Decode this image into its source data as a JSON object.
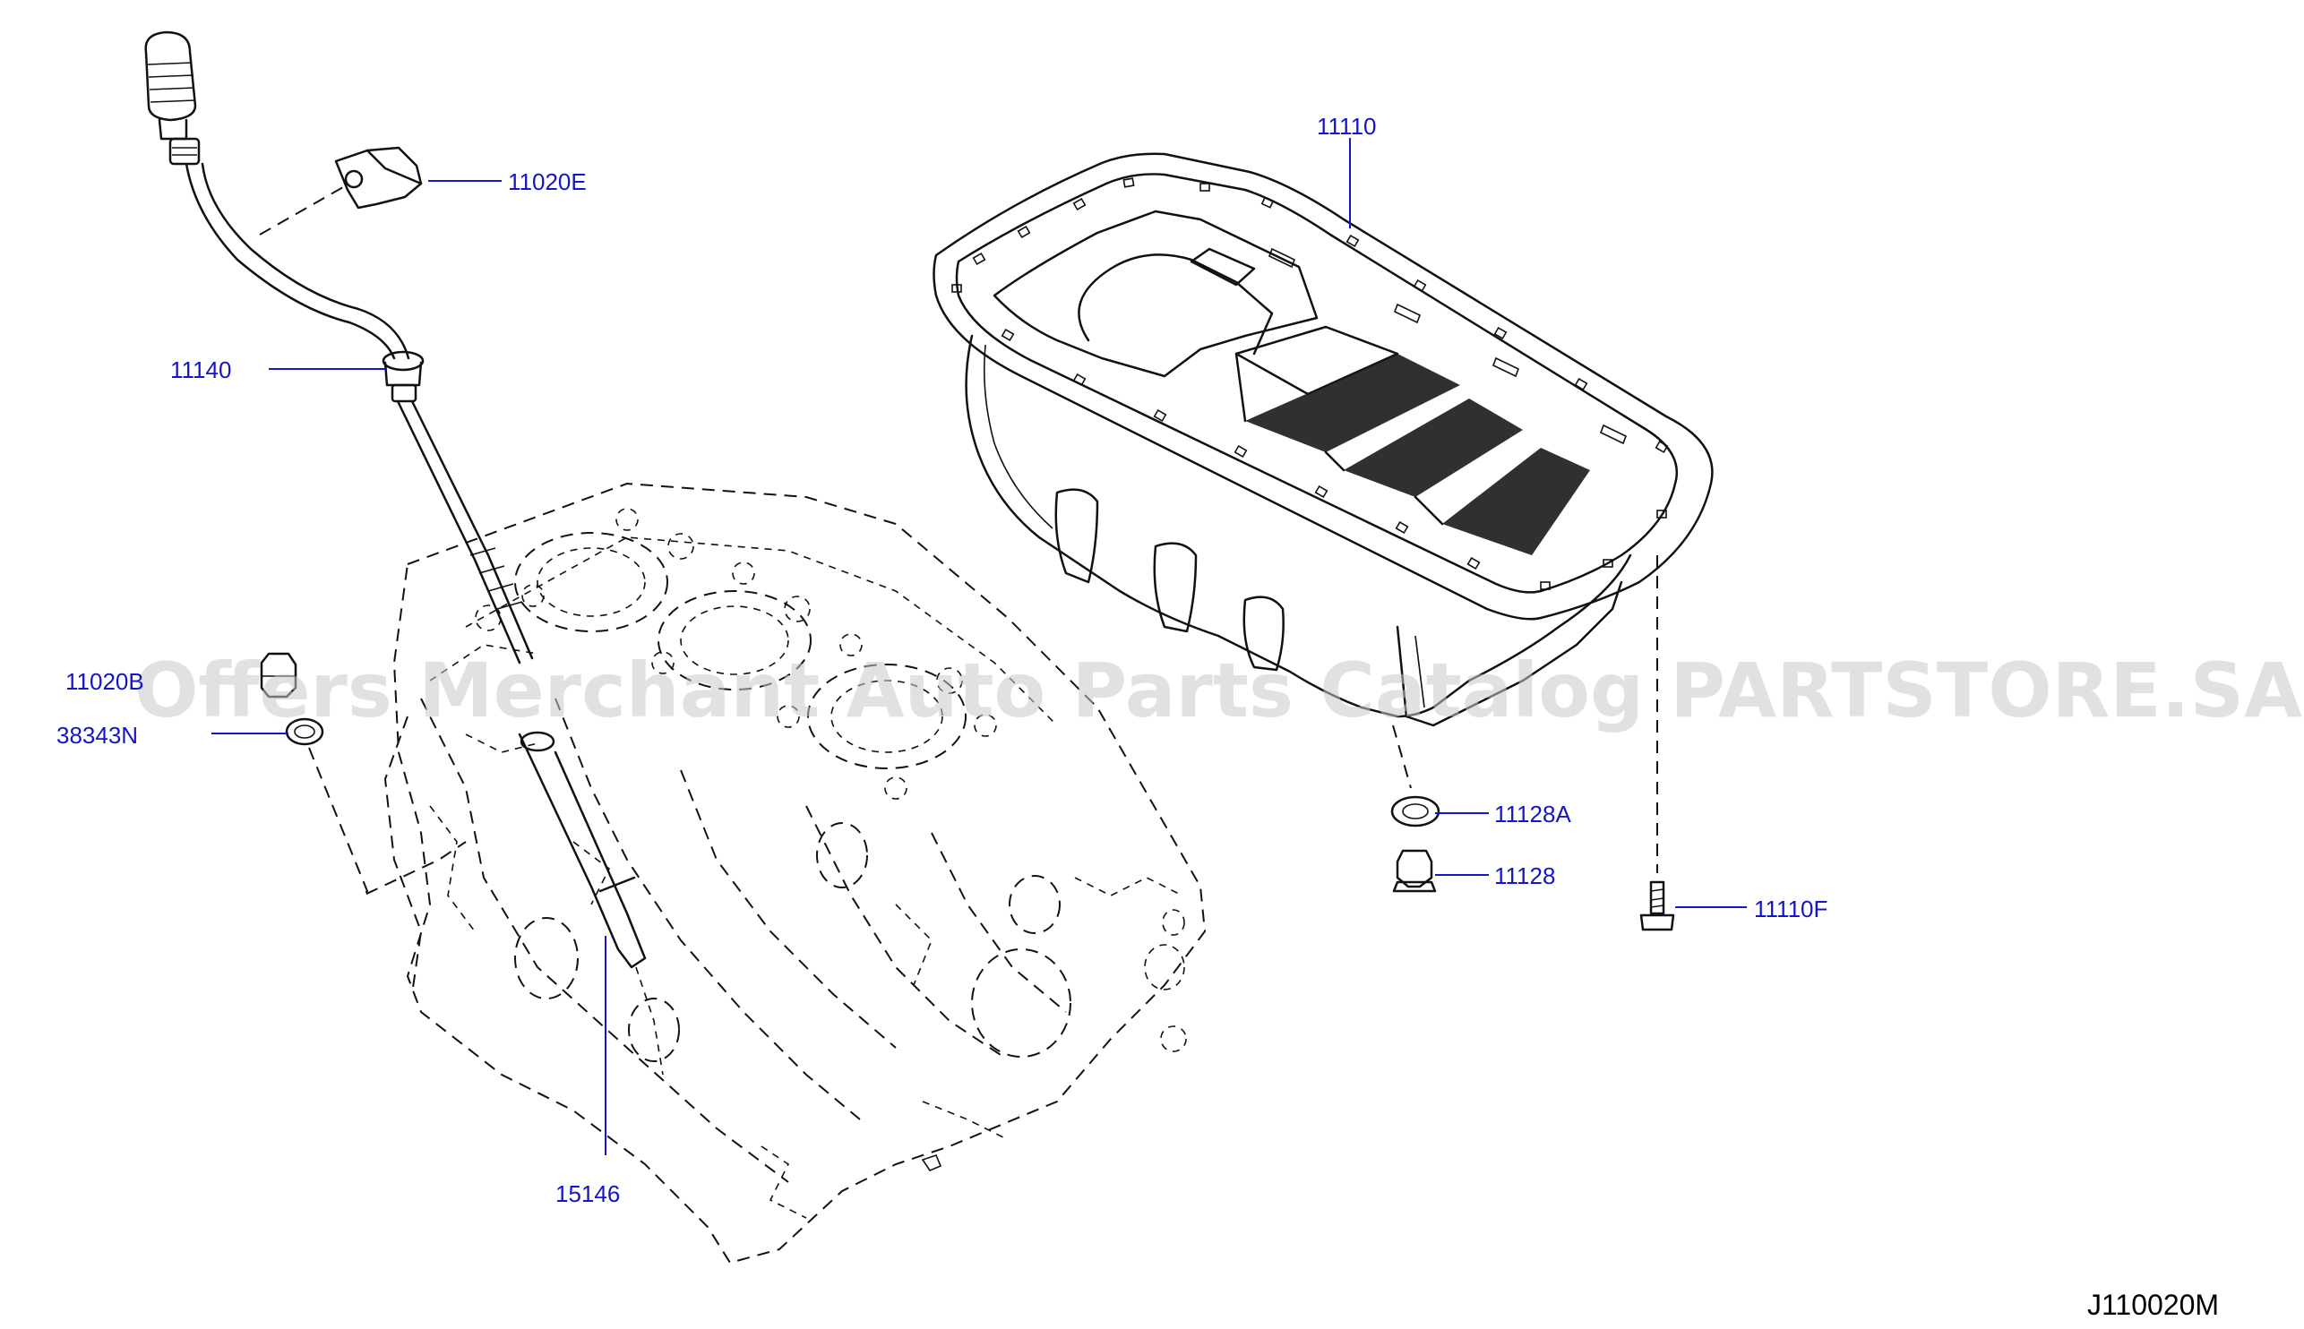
{
  "diagram": {
    "watermark": "Offers Merchant Auto Parts Catalog PARTSTORE.SA",
    "diagram_code": "J110020M",
    "parts": {
      "p11110": "11110",
      "p11020E": "11020E",
      "p11140": "11140",
      "p11020B": "11020B",
      "p38343N": "38343N",
      "p15146": "15146",
      "p11128A": "11128A",
      "p11128": "11128",
      "p11110F": "11110F"
    }
  }
}
